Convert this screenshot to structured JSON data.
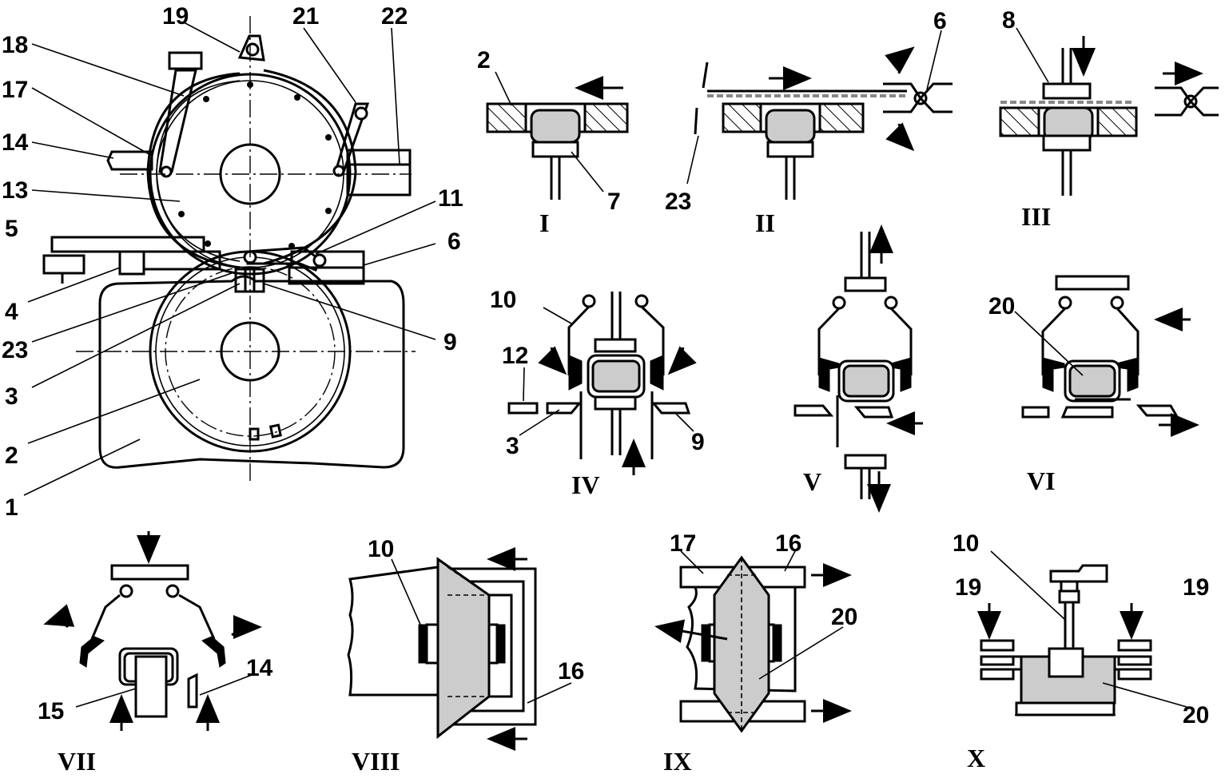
{
  "main_labels": {
    "l1": "1",
    "l2": "2",
    "l3": "3",
    "l4": "4",
    "l5": "5",
    "l6": "6",
    "l9": "9",
    "l11": "11",
    "l13": "13",
    "l14": "14",
    "l17": "17",
    "l18": "18",
    "l19": "19",
    "l21": "21",
    "l22": "22",
    "l23": "23"
  },
  "stages": [
    {
      "roman": "I",
      "labels": [
        "2",
        "7"
      ]
    },
    {
      "roman": "II",
      "labels": [
        "23",
        "6"
      ]
    },
    {
      "roman": "III",
      "labels": [
        "8"
      ]
    },
    {
      "roman": "IV",
      "labels": [
        "10",
        "12",
        "3",
        "9"
      ]
    },
    {
      "roman": "V",
      "labels": []
    },
    {
      "roman": "VI",
      "labels": [
        "20"
      ]
    },
    {
      "roman": "VII",
      "labels": [
        "15",
        "14"
      ]
    },
    {
      "roman": "VIII",
      "labels": [
        "10",
        "16"
      ]
    },
    {
      "roman": "IX",
      "labels": [
        "17",
        "16",
        "20"
      ]
    },
    {
      "roman": "X",
      "labels": [
        "10",
        "19",
        "19",
        "20"
      ]
    }
  ]
}
